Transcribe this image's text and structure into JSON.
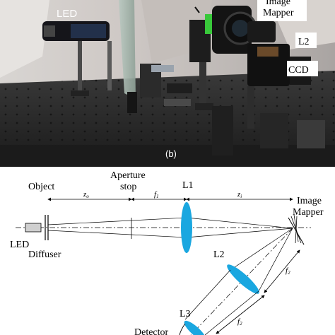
{
  "photo": {
    "labels": {
      "led": "LED",
      "mapper_top": "Image",
      "mapper": "Mapper",
      "l2": "L2",
      "ccd": "CCD",
      "panel": "(b)"
    }
  },
  "diagram": {
    "labels": {
      "object": "Object",
      "aperture_1": "Aperture",
      "aperture_2": "stop",
      "l1": "L1",
      "image_1": "Image",
      "image_2": "Mapper",
      "z_o": "z",
      "z_o_sub": "o",
      "f1": "f",
      "f1_sub": "1",
      "z_i": "z",
      "z_i_sub": "i",
      "led": "LED",
      "diffuser": "Diffuser",
      "l2": "L2",
      "f2_a": "f",
      "f2_a_sub": "2",
      "f2_b": "f",
      "f2_b_sub": "2",
      "l3": "L3",
      "detector": "Detector"
    },
    "colors": {
      "lens": "#1aa7e0",
      "line": "#000000",
      "led_box": "#cfcfcf"
    }
  }
}
